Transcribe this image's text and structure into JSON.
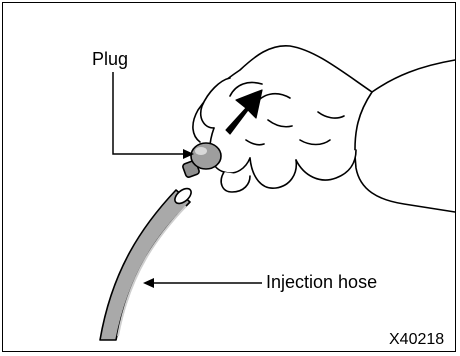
{
  "labels": {
    "plug": "Plug",
    "injection_hose": "Injection hose"
  },
  "figure_code": "X40218",
  "colors": {
    "line": "#000000",
    "hose_fill": "#a9a9a9",
    "plug_fill": "#9e9e9e",
    "background": "#ffffff"
  }
}
